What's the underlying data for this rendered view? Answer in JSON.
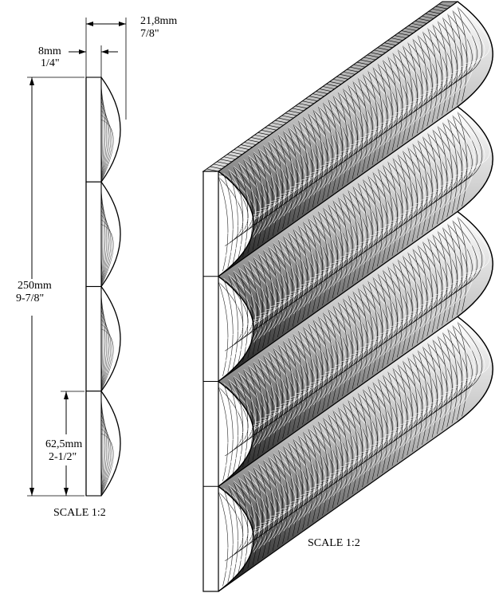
{
  "dimensions": {
    "total_depth": {
      "mm": "21,8mm",
      "inch": "7/8\""
    },
    "base_depth": {
      "mm": "8mm",
      "inch": "1/4\""
    },
    "total_height": {
      "mm": "250mm",
      "inch": "9-7/8\""
    },
    "module_height": {
      "mm": "62,5mm",
      "inch": "2-1/2\""
    }
  },
  "profile_view": {
    "scale_label": "SCALE 1:2",
    "modules": 4
  },
  "perspective_view": {
    "scale_label": "SCALE 1:2",
    "rows": 4
  },
  "colors": {
    "line": "#000000",
    "background": "#ffffff"
  }
}
